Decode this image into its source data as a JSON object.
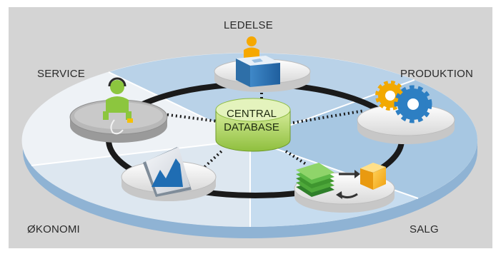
{
  "diagram": {
    "center": {
      "line1": "CENTRAL",
      "line2": "DATABASE"
    },
    "labels": {
      "ledelse": "LEDELSE",
      "service": "SERVICE",
      "produktion": "PRODUKTION",
      "okonomi": "ØKONOMI",
      "salg": "SALG"
    }
  }
}
